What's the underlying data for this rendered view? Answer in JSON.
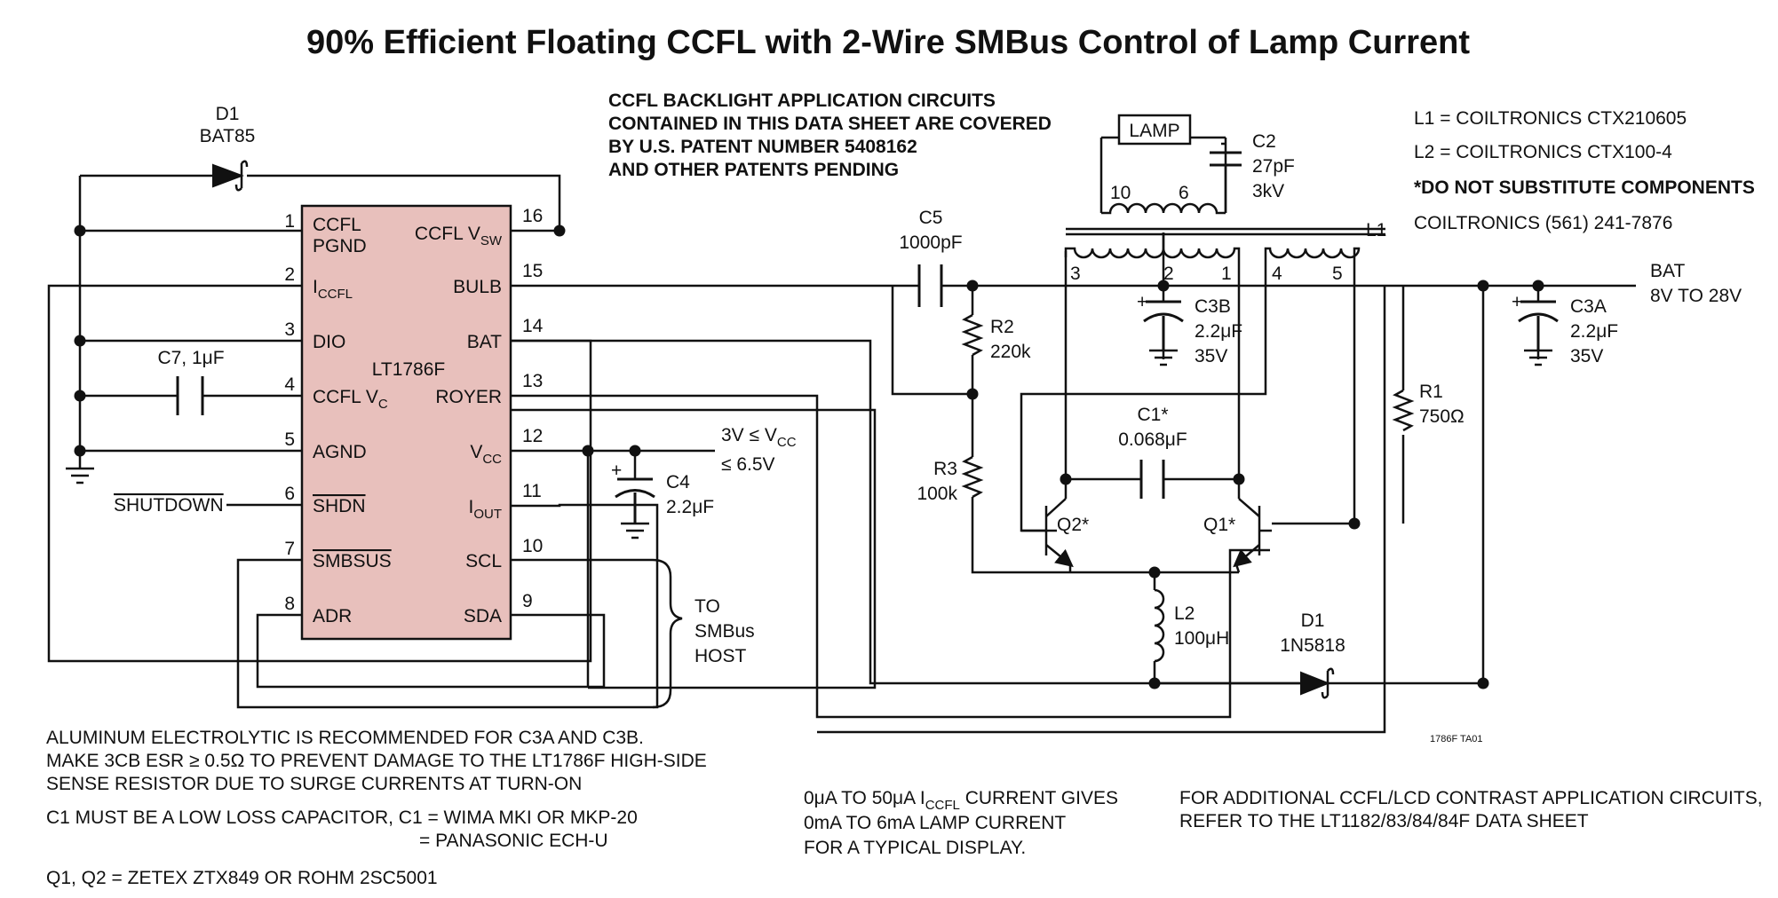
{
  "title": "90% Efficient Floating CCFL with 2-Wire SMBus Control of Lamp Current",
  "patent_notice": [
    "CCFL BACKLIGHT APPLICATION CIRCUITS",
    "CONTAINED IN THIS DATA SHEET ARE COVERED",
    "BY U.S. PATENT NUMBER 5408162",
    "AND OTHER PATENTS PENDING"
  ],
  "parts_notes": [
    "L1 = COILTRONICS CTX210605",
    "L2 = COILTRONICS CTX100-4",
    "*DO NOT SUBSTITUTE COMPONENTS",
    "COILTRONICS (561) 241-7876"
  ],
  "ic": {
    "name": "LT1786F",
    "left_pins": [
      {
        "num": "1",
        "line1": "CCFL",
        "line2": "PGND"
      },
      {
        "num": "2",
        "label": "I",
        "sub": "CCFL"
      },
      {
        "num": "3",
        "label": "DIO"
      },
      {
        "num": "4",
        "label": "CCFL V",
        "sub": "C"
      },
      {
        "num": "5",
        "label": "AGND"
      },
      {
        "num": "6",
        "label": "SHDN",
        "overline": true
      },
      {
        "num": "7",
        "label": "SMBSUS",
        "overline": true
      },
      {
        "num": "8",
        "label": "ADR"
      }
    ],
    "right_pins": [
      {
        "num": "16",
        "label": "CCFL V",
        "sub": "SW"
      },
      {
        "num": "15",
        "label": "BULB"
      },
      {
        "num": "14",
        "label": "BAT"
      },
      {
        "num": "13",
        "label": "ROYER"
      },
      {
        "num": "12",
        "label": "V",
        "sub": "CC"
      },
      {
        "num": "11",
        "label": "I",
        "sub": "OUT"
      },
      {
        "num": "10",
        "label": "SCL"
      },
      {
        "num": "9",
        "label": "SDA"
      }
    ]
  },
  "components": {
    "d1_top": {
      "ref": "D1",
      "value": "BAT85"
    },
    "c7": {
      "label": "C7, 1μF"
    },
    "c4": {
      "ref": "C4",
      "value": "2.2μF"
    },
    "c5": {
      "ref": "C5",
      "value": "1000pF"
    },
    "r2": {
      "ref": "R2",
      "value": "220k"
    },
    "r3": {
      "ref": "R3",
      "value": "100k"
    },
    "lamp": {
      "label": "LAMP"
    },
    "c2": {
      "ref": "C2",
      "value": "27pF",
      "rating": "3kV"
    },
    "l1": {
      "ref": "L1",
      "pins": [
        "10",
        "6",
        "3",
        "2",
        "1",
        "4",
        "5"
      ]
    },
    "c3b": {
      "ref": "C3B",
      "value": "2.2μF",
      "rating": "35V"
    },
    "c3a": {
      "ref": "C3A",
      "value": "2.2μF",
      "rating": "35V"
    },
    "c1": {
      "ref": "C1*",
      "value": "0.068μF"
    },
    "q2": {
      "ref": "Q2*"
    },
    "q1": {
      "ref": "Q1*"
    },
    "r1": {
      "ref": "R1",
      "value": "750Ω"
    },
    "l2": {
      "ref": "L2",
      "value": "100μH"
    },
    "d1_bottom": {
      "ref": "D1",
      "value": "1N5818"
    }
  },
  "net_labels": {
    "bat": "BAT",
    "bat_range": "8V TO 28V",
    "vcc_line1": "3V ≤ V",
    "vcc_sub": "CC",
    "vcc_line2": "≤ 6.5V",
    "shutdown": "SHUTDOWN",
    "smbus_host": [
      "TO",
      "SMBus",
      "HOST"
    ]
  },
  "figure_code": "1786F TA01",
  "footnotes": {
    "electrolytic": [
      "ALUMINUM ELECTROLYTIC IS RECOMMENDED FOR C3A AND C3B.",
      "MAKE 3CB ESR ≥ 0.5Ω TO PREVENT DAMAGE TO THE LT1786F HIGH-SIDE",
      "SENSE RESISTOR DUE TO SURGE CURRENTS AT TURN-ON"
    ],
    "c1_line1": "C1 MUST BE A LOW LOSS CAPACITOR, C1 = WIMA MKI OR MKP-20",
    "c1_line2": "= PANASONIC ECH-U",
    "q_note": "Q1, Q2 = ZETEX ZTX849 OR ROHM 2SC5001",
    "current_a": "0μA TO 50μA I",
    "current_sub": "CCFL",
    "current_b": " CURRENT GIVES",
    "current_lines": [
      "0mA TO 6mA LAMP CURRENT",
      "FOR A TYPICAL DISPLAY."
    ],
    "additional": [
      "FOR ADDITIONAL CCFL/LCD CONTRAST APPLICATION CIRCUITS,",
      "REFER TO THE LT1182/83/84/84F DATA SHEET"
    ]
  }
}
